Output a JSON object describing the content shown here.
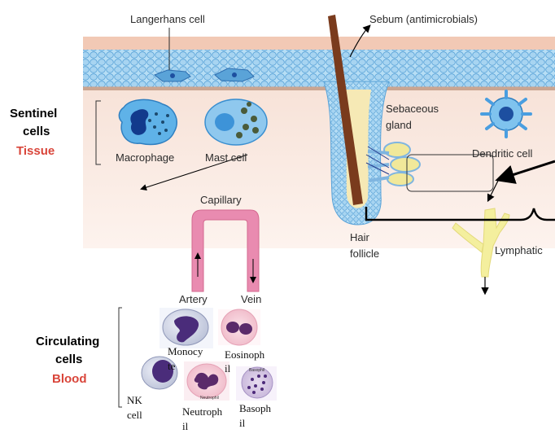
{
  "labels": {
    "langerhans": "Langerhans cell",
    "sebum": "Sebum (antimicrobials)",
    "sebaceous_1": "Sebaceous",
    "sebaceous_2": "gland",
    "dendritic": "Dendritic cell",
    "macrophage": "Macrophage",
    "mast": "Mast cell",
    "capillary": "Capillary",
    "artery": "Artery",
    "vein": "Vein",
    "hair_1": "Hair",
    "hair_2": "follicle",
    "lymphatic": "Lymphatic"
  },
  "groups": {
    "sentinel_1": "Sentinel",
    "sentinel_2": "cells",
    "sentinel_tissue": "Tissue",
    "circulating_1": "Circulating",
    "circulating_2": "cells",
    "circulating_blood": "Blood"
  },
  "blood_cells": {
    "monocyte_1": "Monocy",
    "monocyte_2": "te",
    "eosinophil_1": "Eosinoph",
    "eosinophil_2": "il",
    "nk_1": "NK",
    "nk_2": "cell",
    "neutrophil_1": "Neutroph",
    "neutrophil_2": "il",
    "basophil_1": "Basoph",
    "basophil_2": "il",
    "neutrophil_tag": "Neutrophil",
    "basophil_tag": "Basophil"
  },
  "colors": {
    "skin": "#f5d9cc",
    "epidermis_cells": "#9fd0ef",
    "capillary": "#e98bb0",
    "lymphatic": "#f4ef9e",
    "hair_shaft": "#7a3b1d",
    "tissue_label": "#d9453a"
  }
}
